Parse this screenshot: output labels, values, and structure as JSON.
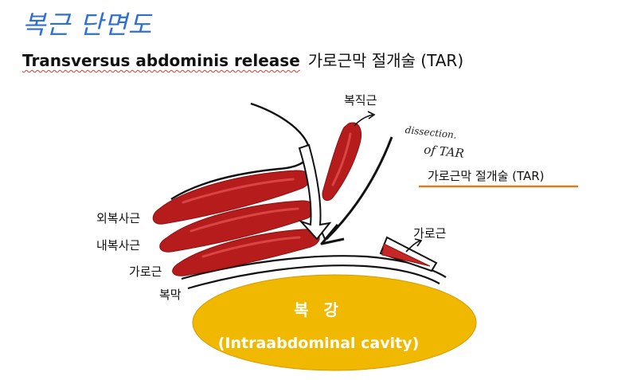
{
  "title": "복근 단면도",
  "subtitle": {
    "english": "Transversus abdominis release",
    "korean": "가로근막 절개술 (TAR)"
  },
  "labels": {
    "rectus_abdominis": "복직근",
    "external_oblique": "외복사근",
    "internal_oblique": "내복사근",
    "transversus_left": "가로근",
    "peritoneum": "복막",
    "transversus_right": "가로근",
    "tar_procedure": "가로근막 절개술 (TAR)"
  },
  "handwritten_note": {
    "line1": "dissection.",
    "line2": "of TAR"
  },
  "cavity": {
    "title": "복 강",
    "subtitle": "(Intraabdominal cavity)"
  },
  "colors": {
    "title": "#2f6fd0",
    "muscle": "#b71c1c",
    "muscle_highlight": "#d94444",
    "cavity": "#f1b800",
    "tar_underline": "#e07a1f"
  }
}
